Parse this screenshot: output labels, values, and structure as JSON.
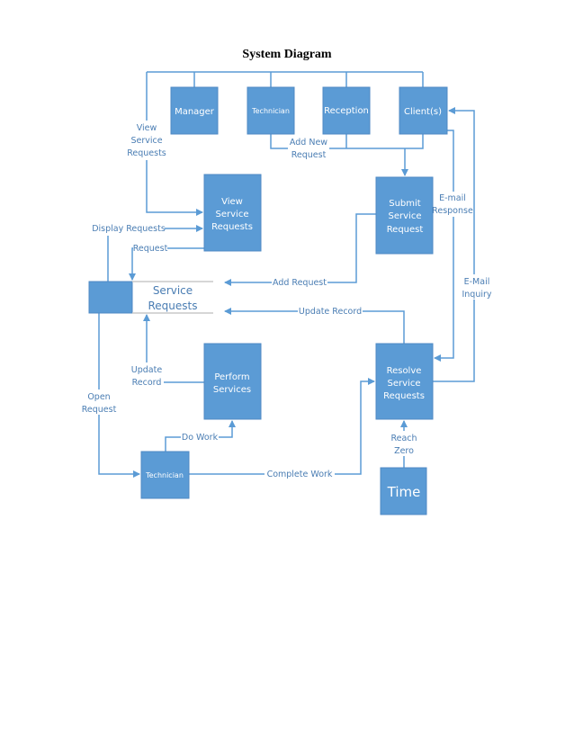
{
  "title": "System Diagram",
  "colors": {
    "box": "#5b9bd5",
    "line": "#5b9bd5",
    "label": "#4a7db3"
  },
  "boxes": {
    "manager": "Manager",
    "technician_top": "Technician",
    "reception": "Reception",
    "clients": "Client(s)",
    "view_service_requests": [
      "View",
      "Service",
      "Requests"
    ],
    "submit_service_request": [
      "Submit",
      "Service",
      "Request"
    ],
    "perform_services": [
      "Perform",
      "Services"
    ],
    "resolve_service_requests": [
      "Resolve",
      "Service",
      "Requests"
    ],
    "technician_bottom": "Technician",
    "time": "Time"
  },
  "datastore": [
    "Service",
    "Requests"
  ],
  "labels": {
    "view_service_requests": [
      "View",
      "Service",
      "Requests"
    ],
    "add_new_request": [
      "Add New",
      "Request"
    ],
    "display_requests": "Display Requests",
    "request": "Request",
    "add_request": "Add Request",
    "update_record_top": "Update Record",
    "email_response": [
      "E-mail",
      "Response"
    ],
    "email_inquiry": [
      "E-Mail",
      "Inquiry"
    ],
    "update_record_left": [
      "Update",
      "Record"
    ],
    "open_request": [
      "Open",
      "Request"
    ],
    "do_work": "Do Work",
    "complete_work": "Complete Work",
    "reach_zero": [
      "Reach",
      "Zero"
    ]
  }
}
